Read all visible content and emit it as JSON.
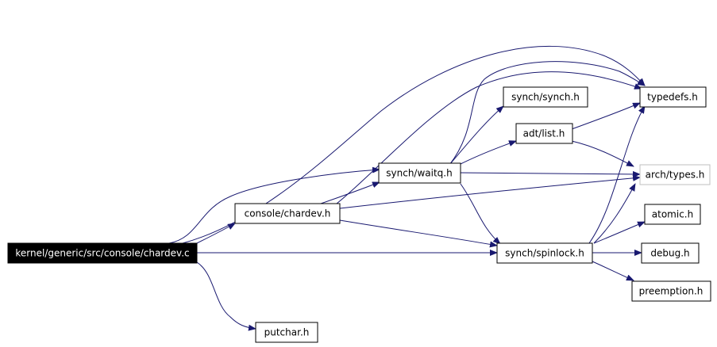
{
  "colors": {
    "edge": "#191970",
    "root_fill": "#000000",
    "root_text": "#ffffff",
    "missing_border": "#bfbfbf"
  },
  "nodes": {
    "root": "kernel/generic/src/console/chardev.c",
    "console_chardev": "console/chardev.h",
    "putchar": "putchar.h",
    "synch_waitq": "synch/waitq.h",
    "synch_spinlock": "synch/spinlock.h",
    "synch_synch": "synch/synch.h",
    "adt_list": "adt/list.h",
    "typedefs": "typedefs.h",
    "arch_types": "arch/types.h",
    "atomic": "atomic.h",
    "debug": "debug.h",
    "preemption": "preemption.h"
  }
}
